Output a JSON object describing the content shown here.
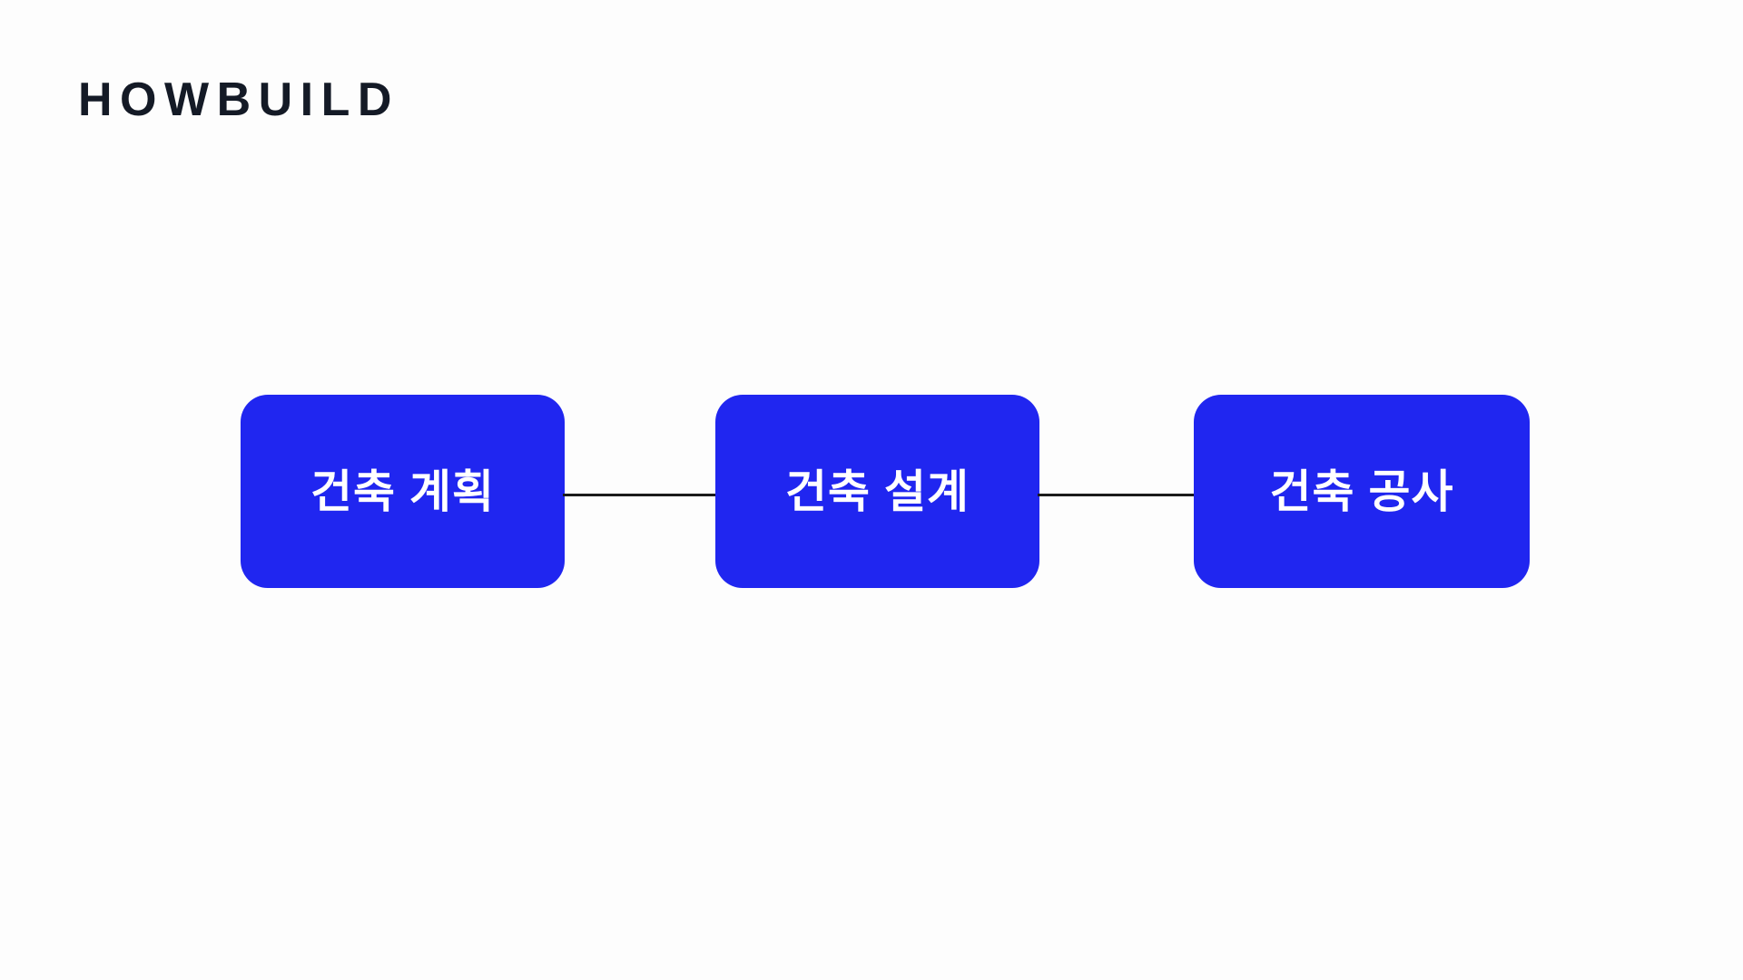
{
  "page": {
    "background_color": "#fdfdfd"
  },
  "brand": {
    "name": "HOWBUILD",
    "color": "#141a26"
  },
  "diagram": {
    "type": "horizontal-flow",
    "node_color": "#2026f0",
    "node_text_color": "#ffffff",
    "connector_color": "#1b1b1b",
    "nodes": [
      {
        "id": "node-0",
        "label": "건축 계획"
      },
      {
        "id": "node-1",
        "label": "건축 설계"
      },
      {
        "id": "node-2",
        "label": "건축 공사"
      }
    ],
    "connectors": [
      {
        "id": "connector-0",
        "from": "node-0",
        "to": "node-1"
      },
      {
        "id": "connector-1",
        "from": "node-1",
        "to": "node-2"
      }
    ]
  }
}
